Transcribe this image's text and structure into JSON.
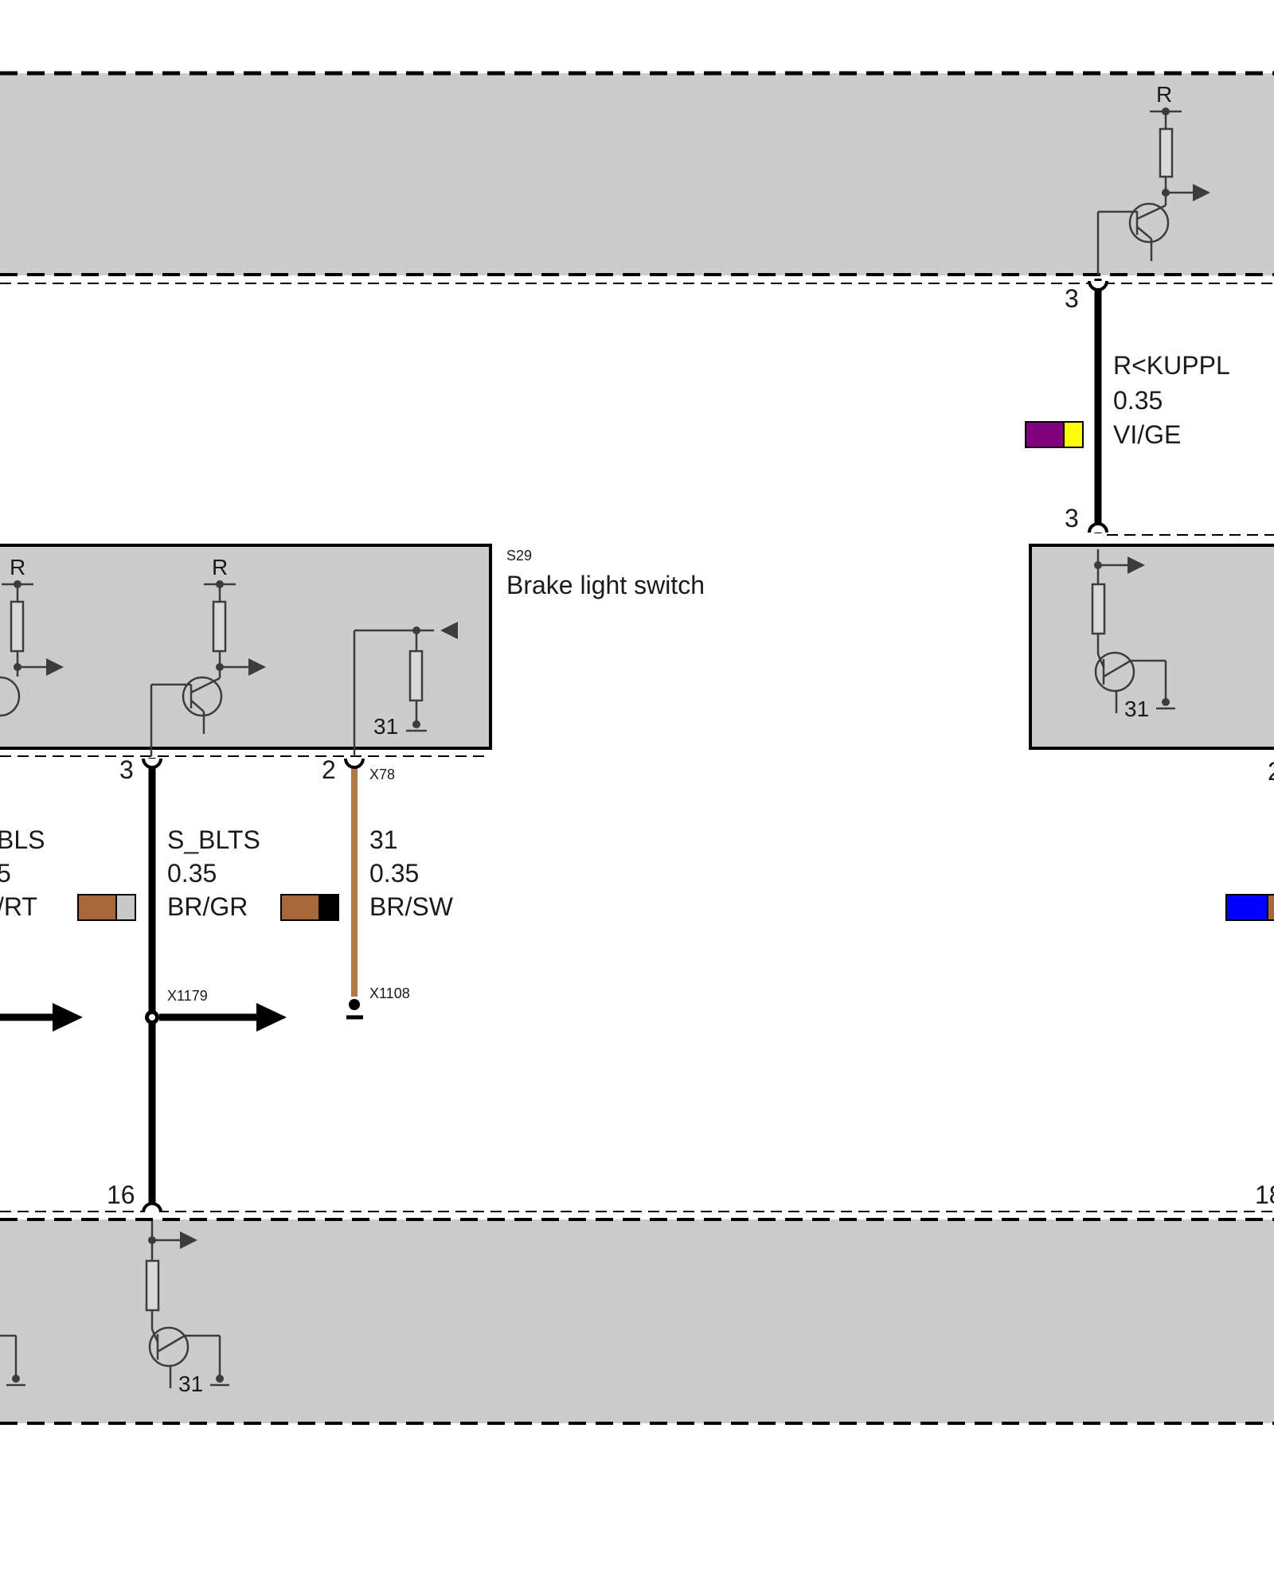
{
  "components": {
    "brake_switch": {
      "ref": "S29",
      "name": "Brake light switch"
    },
    "internal_labels": {
      "r": "R",
      "ground": "31"
    }
  },
  "pins": {
    "top_right": "3",
    "mid_right_top": "3",
    "switch_left": "3",
    "switch_right": "2",
    "bottom_left": "16",
    "bottom_right_partial": "18",
    "right_edge_partial": "2"
  },
  "connectors": {
    "x78": "X78",
    "x1179": "X1179",
    "x1108": "X1108"
  },
  "wires": [
    {
      "id": "r_kuppl",
      "signal": "R<KUPPL",
      "gauge": "0.35",
      "color_code": "VI/GE",
      "colors": [
        "#800080",
        "#ffff00"
      ]
    },
    {
      "id": "bls_partial",
      "signal": "BLS",
      "gauge": "5",
      "color_code": "/RT",
      "colors": [
        "#a8683a",
        "#c8c8c8"
      ]
    },
    {
      "id": "s_blts",
      "signal": "S_BLTS",
      "gauge": "0.35",
      "color_code": "BR/GR",
      "colors": [
        "#a8683a",
        "#c8c8c8"
      ]
    },
    {
      "id": "ground_31",
      "signal": "31",
      "gauge": "0.35",
      "color_code": "BR/SW",
      "colors": [
        "#a8683a",
        "#000000"
      ]
    },
    {
      "id": "blue_partial",
      "colors": [
        "#0000ff",
        "#a8683a"
      ]
    }
  ],
  "colors": {
    "module_fill": "#cccccc",
    "wire_black": "#000000",
    "wire_brown": "#b07a44",
    "symbol": "#3c3c3c"
  }
}
